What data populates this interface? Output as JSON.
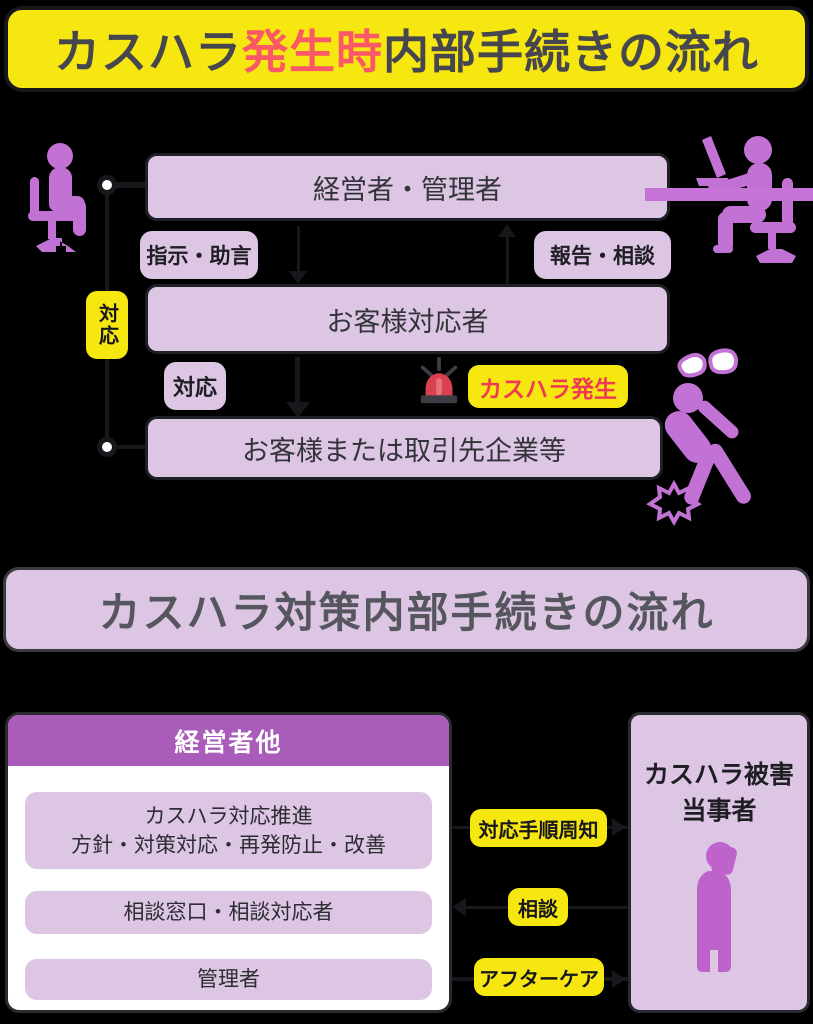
{
  "title1": {
    "seg1": "カスハラ",
    "seg2": "発生時",
    "seg3": "内部手続きの流れ"
  },
  "flow1": {
    "manager_box": "経営者・管理者",
    "staff_box": "お客様対応者",
    "customer_box": "お客様または取引先企業等",
    "instruction_label": "指示・助言",
    "report_label": "報告・相談",
    "respond_side_label": "対応",
    "respond_label": "対応",
    "incident_label": "カスハラ発生"
  },
  "title2": {
    "text": "カスハラ対策内部手続きの流れ"
  },
  "flow2": {
    "panel_header": "経営者他",
    "promotion_line1": "カスハラ対応推進",
    "promotion_line2": "方針・対策対応・再発防止・改善",
    "contact_box": "相談窓口・相談対応者",
    "manager_box": "管理者",
    "procedure_label": "対応手順周知",
    "consult_label": "相談",
    "aftercare_label": "アフターケア",
    "victim_line1": "カスハラ被害",
    "victim_line2": "当事者"
  },
  "icons": {
    "left_person": "person-on-chair-icon",
    "right_person": "person-at-laptop-icon",
    "siren": "siren-icon",
    "angry_customer": "angry-customer-icon",
    "victim": "crying-employee-icon"
  },
  "colors": {
    "background": "#000000",
    "highlight_yellow": "#f7e711",
    "box_purple": "#dcc6e3",
    "header_purple": "#a95cba",
    "figure_purple": "#c172d4",
    "title_red": "#fa5866",
    "incident_red": "#ef3a54",
    "dark_text": "#46464e",
    "line_black": "#17171c"
  }
}
